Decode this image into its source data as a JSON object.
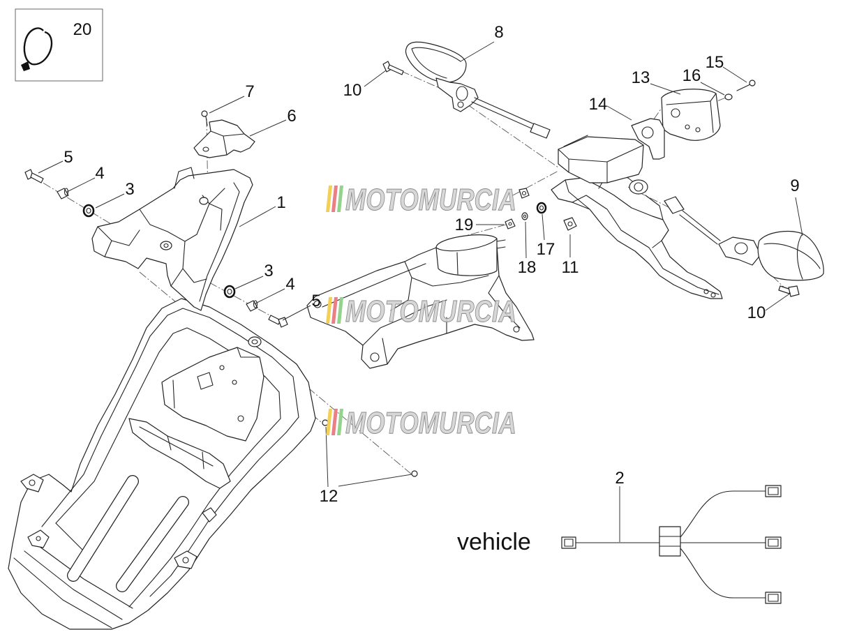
{
  "legend_box": {
    "label": "20"
  },
  "callouts": [
    "20",
    "8",
    "10",
    "13",
    "15",
    "16",
    "14",
    "7",
    "6",
    "5",
    "4",
    "3",
    "1",
    "9",
    "19",
    "17",
    "18",
    "11",
    "3",
    "4",
    "5",
    "10",
    "12",
    "2"
  ],
  "wiring": {
    "vehicle_label": "vehicle"
  },
  "watermark": {
    "text": "MOTOMURCIA",
    "stripe_colors": [
      "#f2cf55",
      "#ea7f86",
      "#93d38b"
    ]
  },
  "colors": {
    "line": "#222222",
    "watermark_fill": "#d2d2d2",
    "watermark_outline": "#8a8a8a"
  }
}
